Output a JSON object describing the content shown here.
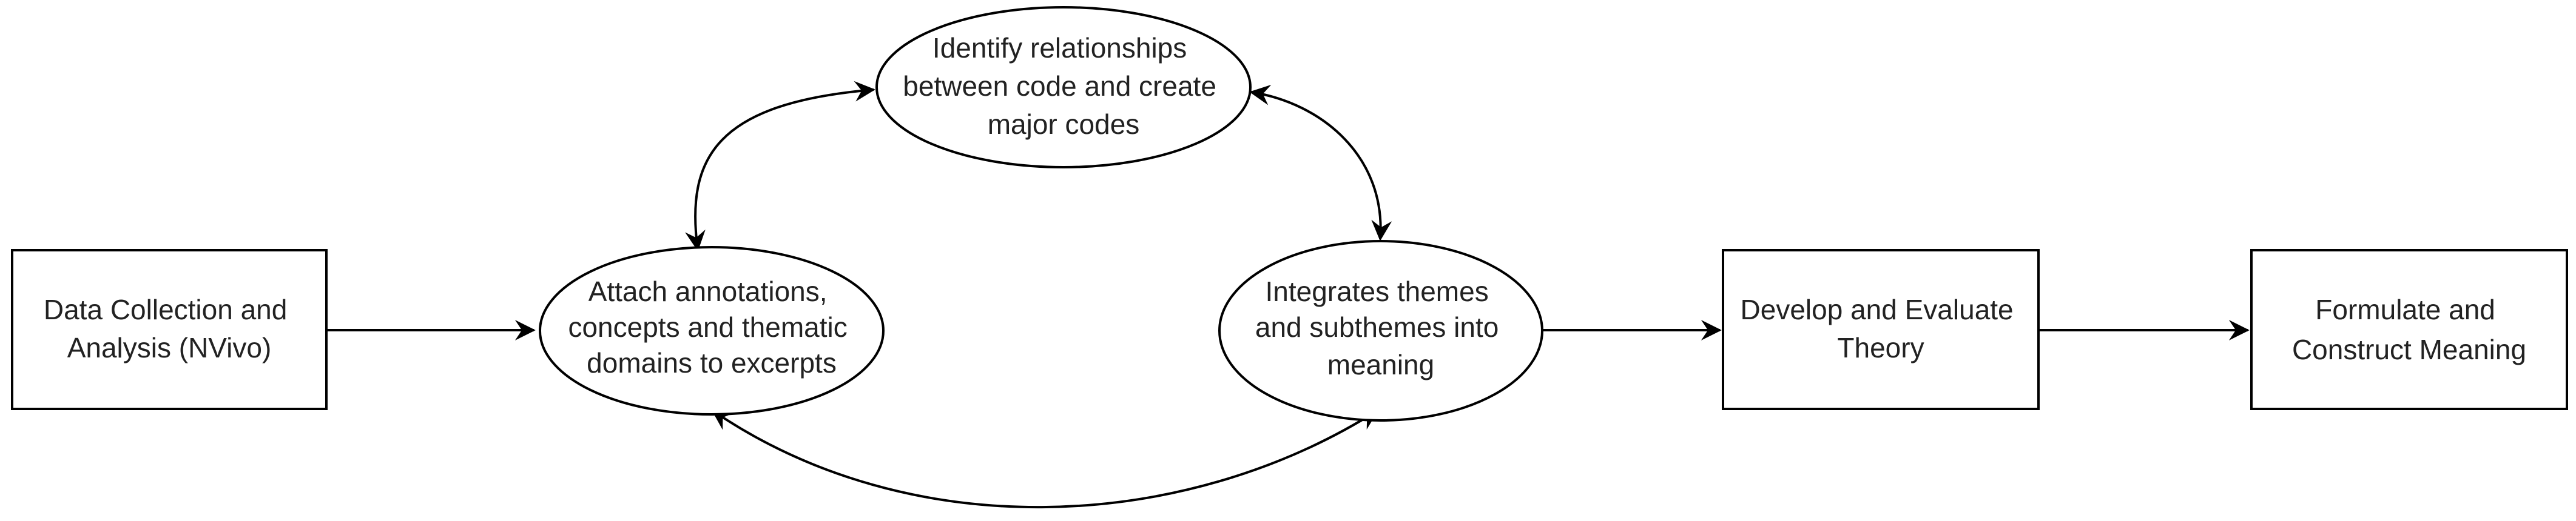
{
  "diagram": {
    "nodes": {
      "data_collection": {
        "shape": "rectangle",
        "lines": [
          "Data Collection and",
          "Analysis (NVivo)"
        ]
      },
      "attach_annotations": {
        "shape": "ellipse",
        "lines": [
          "Attach annotations,",
          "concepts and thematic",
          "domains to excerpts"
        ]
      },
      "identify_relationships": {
        "shape": "ellipse",
        "lines": [
          "Identify relationships",
          "between code and create",
          "major codes"
        ]
      },
      "integrates_themes": {
        "shape": "ellipse",
        "lines": [
          "Integrates themes",
          "and subthemes into",
          "meaning"
        ]
      },
      "develop_theory": {
        "shape": "rectangle",
        "lines": [
          "Develop and Evaluate",
          "Theory"
        ]
      },
      "formulate_meaning": {
        "shape": "rectangle",
        "lines": [
          "Formulate and",
          "Construct Meaning"
        ]
      }
    },
    "edges": [
      {
        "from": "data_collection",
        "to": "attach_annotations",
        "direction": "one-way"
      },
      {
        "from": "attach_annotations",
        "to": "identify_relationships",
        "direction": "both"
      },
      {
        "from": "identify_relationships",
        "to": "integrates_themes",
        "direction": "both"
      },
      {
        "from": "attach_annotations",
        "to": "integrates_themes",
        "direction": "both"
      },
      {
        "from": "integrates_themes",
        "to": "develop_theory",
        "direction": "one-way"
      },
      {
        "from": "develop_theory",
        "to": "formulate_meaning",
        "direction": "one-way"
      }
    ],
    "colors": {
      "stroke": "#000000",
      "fill": "#ffffff",
      "text": "#222222"
    }
  }
}
